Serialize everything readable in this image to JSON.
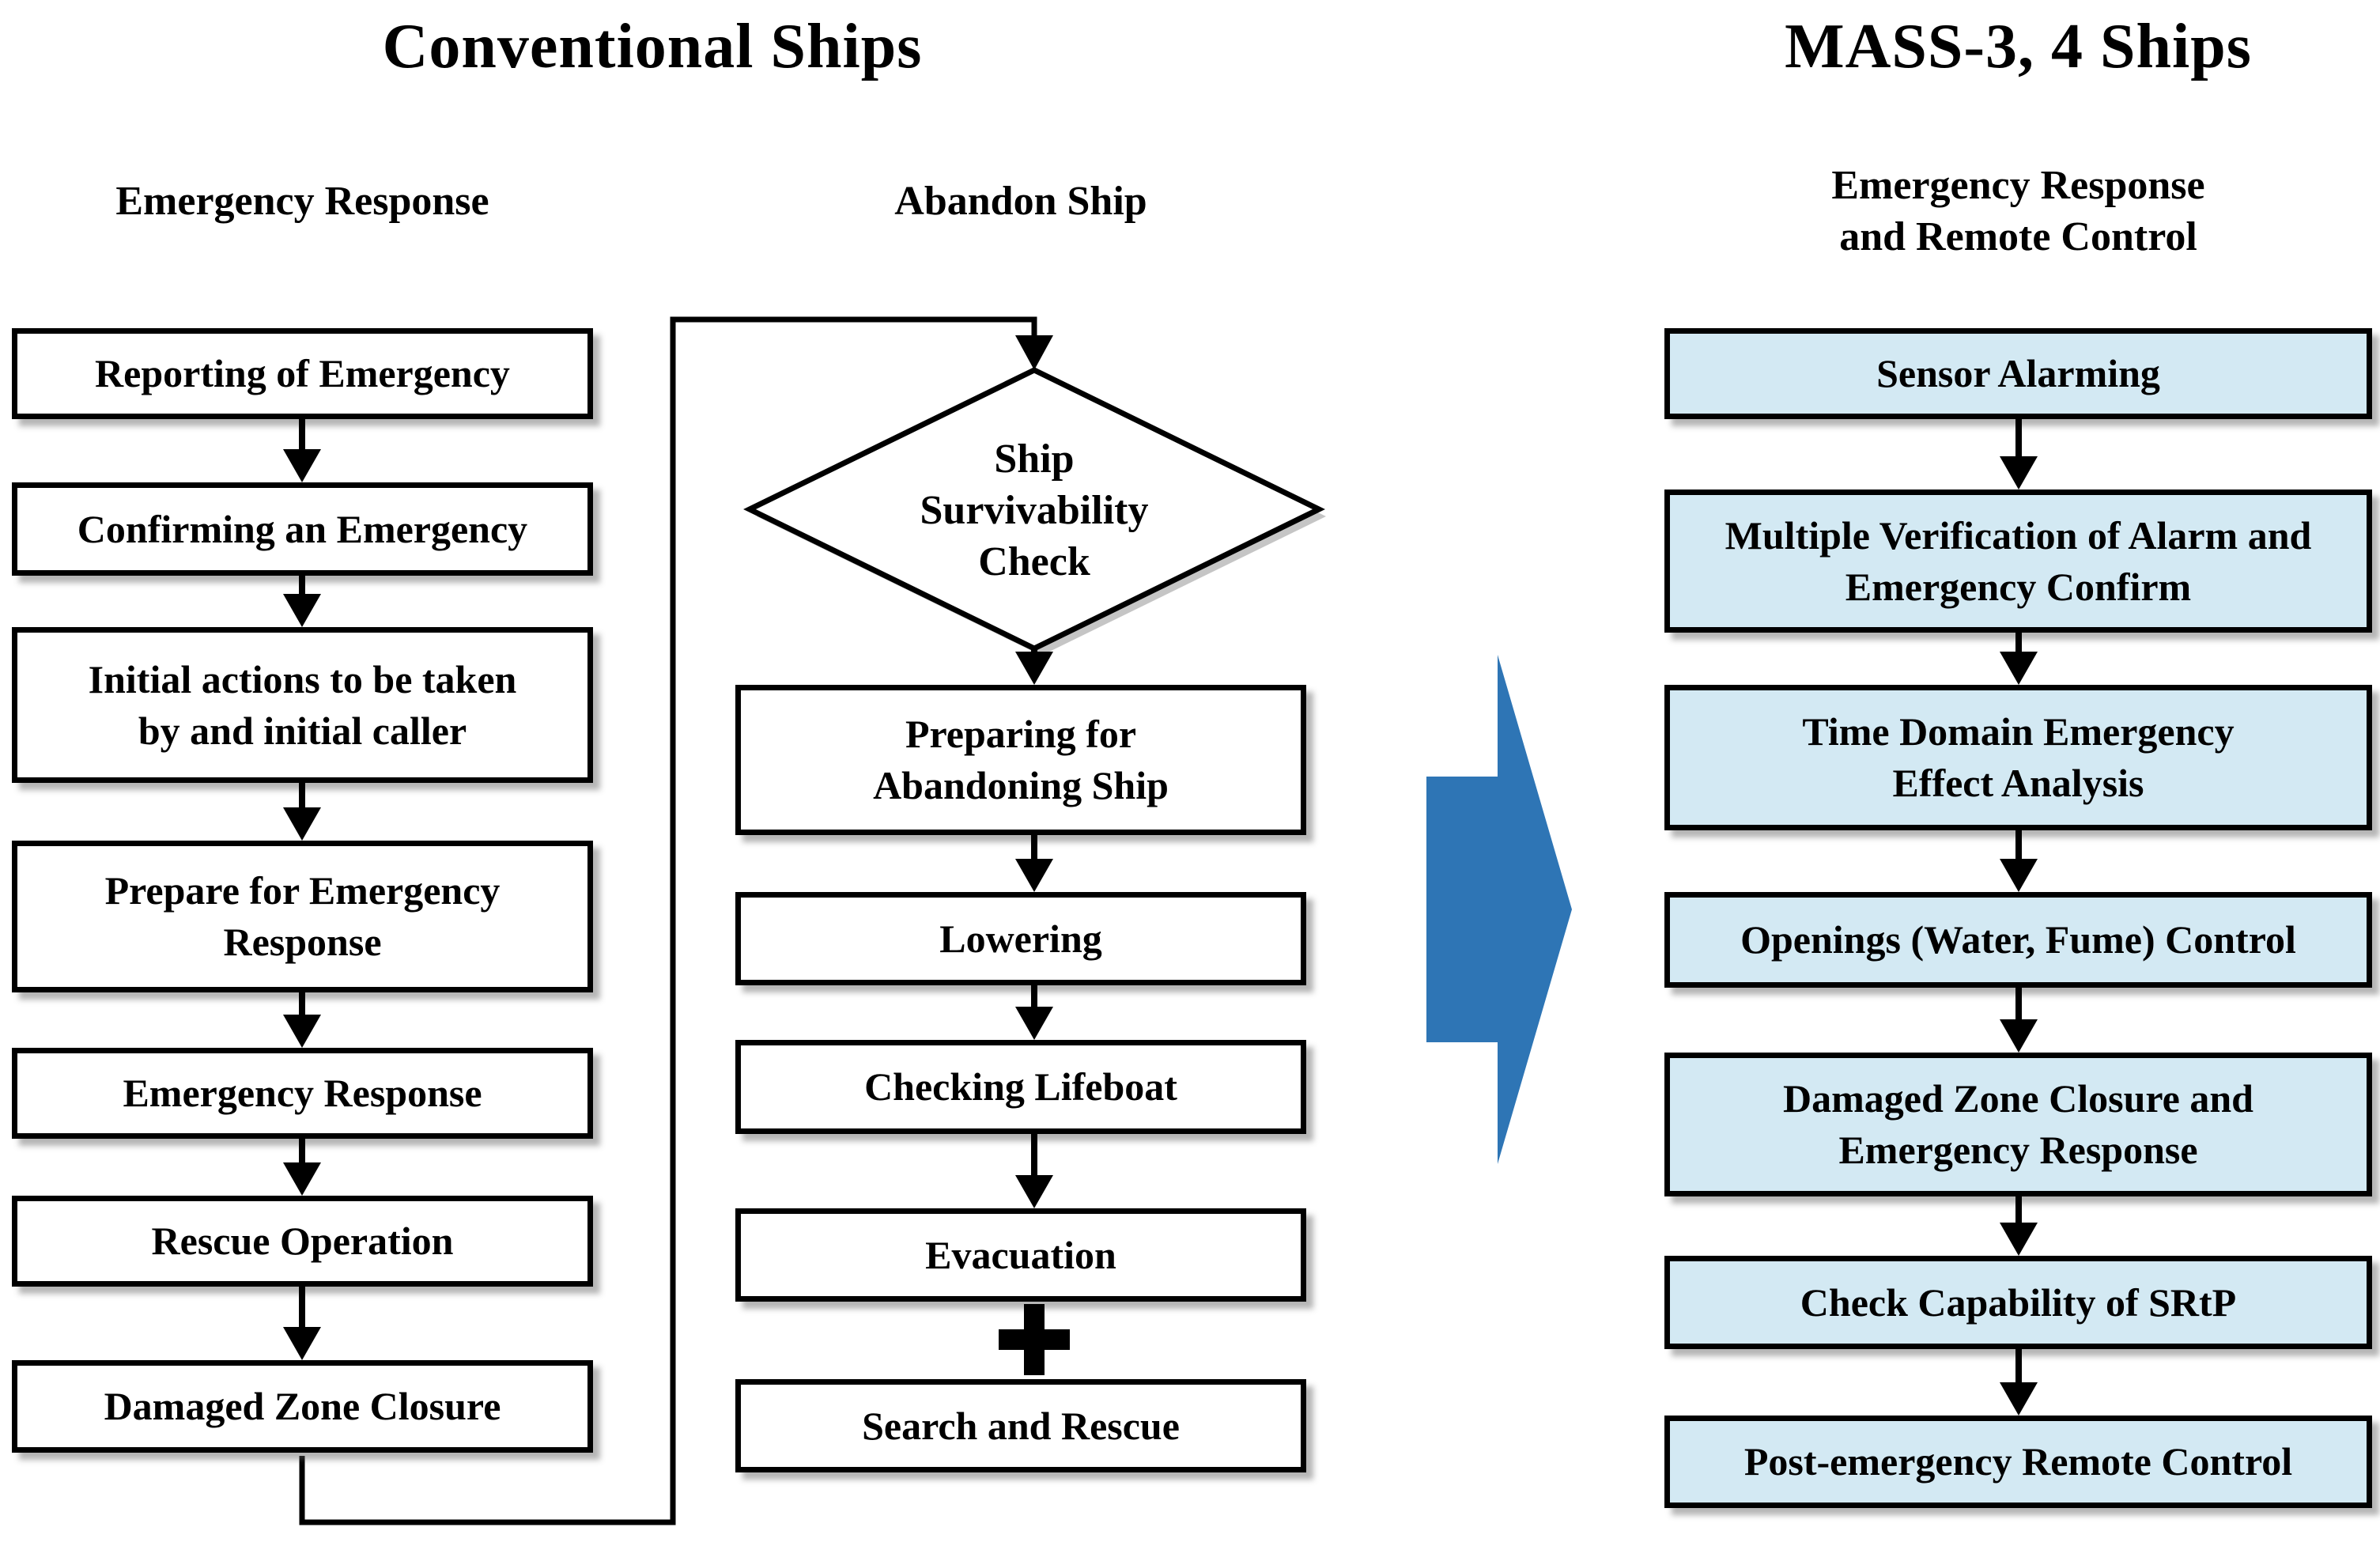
{
  "titles": {
    "left": "Conventional Ships",
    "right": "MASS-3, 4 Ships"
  },
  "headers": {
    "left_column": "Emergency Response",
    "middle_column": "Abandon Ship",
    "right_column": "Emergency Response\nand Remote Control"
  },
  "left_column": {
    "boxes": [
      "Reporting of Emergency",
      "Confirming an Emergency",
      "Initial actions to be taken\nby and initial caller",
      "Prepare for Emergency\nResponse",
      "Emergency Response",
      "Rescue Operation",
      "Damaged Zone Closure"
    ]
  },
  "middle_column": {
    "decision": "Ship\nSurvivability\nCheck",
    "boxes": [
      "Preparing for\nAbandoning Ship",
      "Lowering",
      "Checking Lifeboat",
      "Evacuation",
      "Search and Rescue"
    ],
    "plus_icon": "plus"
  },
  "right_column": {
    "boxes": [
      "Sensor Alarming",
      "Multiple Verification of Alarm and\nEmergency Confirm",
      "Time Domain Emergency\nEffect Analysis",
      "Openings (Water, Fume) Control",
      "Damaged Zone Closure and\nEmergency Response",
      "Check Capability of SRtP",
      "Post-emergency Remote Control"
    ]
  },
  "colors": {
    "highlight_box_fill": "#d3e9f3",
    "transition_arrow_blue": "#2e75b5",
    "line_black": "#000000"
  }
}
